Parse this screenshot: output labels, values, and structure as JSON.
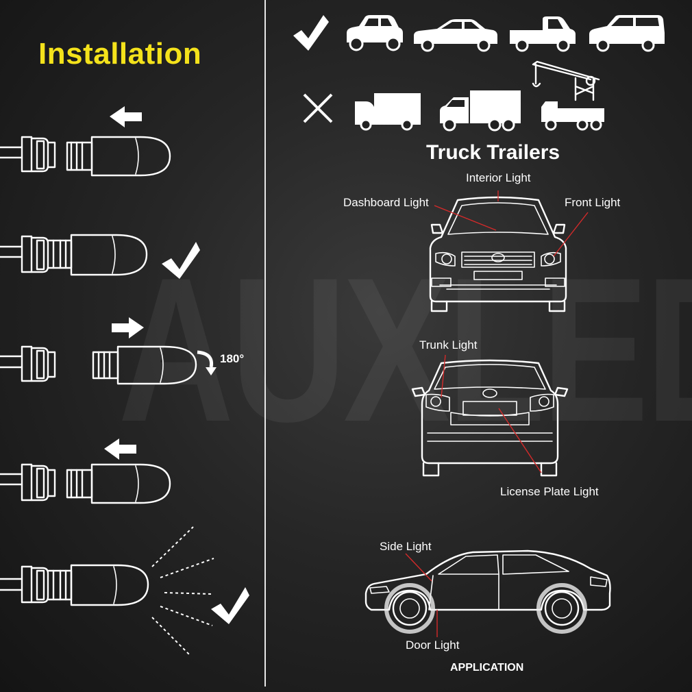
{
  "watermark": "AUXLED",
  "installation": {
    "title": "Installation",
    "rotation_label": "180°"
  },
  "compatibility": {
    "section_label": "Truck Trailers",
    "compatible_icons": [
      "checkmark-icon",
      "compact-car-icon",
      "sedan-icon",
      "pickup-truck-icon",
      "hatchback-icon"
    ],
    "incompatible_icons": [
      "cross-icon",
      "box-truck-icon",
      "delivery-truck-icon",
      "crane-truck-icon"
    ]
  },
  "application": {
    "labels": {
      "interior": "Interior Light",
      "dashboard": "Dashboard Light",
      "front": "Front Light",
      "trunk": "Trunk Light",
      "license": "License Plate Light",
      "side": "Side Light",
      "door": "Door Light"
    },
    "footer": "APPLICATION"
  },
  "colors": {
    "title": "#f4e21b",
    "line": "#ffffff",
    "pointer": "#d42a2a",
    "background": "#1c1c1c"
  }
}
